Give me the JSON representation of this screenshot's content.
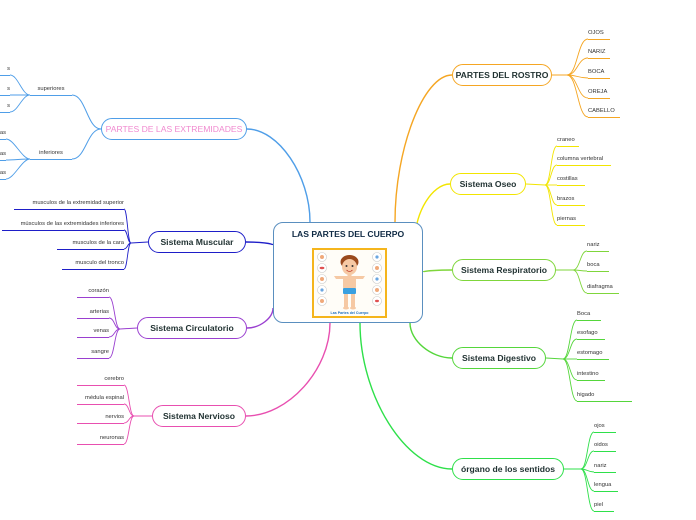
{
  "central": {
    "title": "LAS PARTES DEL CUERPO",
    "image_caption": "Las Partes del Cuerpo"
  },
  "branches": [
    {
      "key": "rostro",
      "label": "PARTES DEL ROSTRO",
      "color": "#f5a623",
      "leaf_color": "#f5a623",
      "leaves": [
        "OJOS",
        "NARIZ",
        "BOCA",
        "OREJA",
        "CABELLO"
      ]
    },
    {
      "key": "oseo",
      "label": "Sistema Oseo",
      "color": "#f2e500",
      "leaf_color": "#f2e500",
      "leaves": [
        "craneo",
        "columna vertebral",
        "costillas",
        "brazos",
        "piernas"
      ]
    },
    {
      "key": "respiratorio",
      "label": "Sistema Respiratorio",
      "color": "#7fd63b",
      "leaf_color": "#7fd63b",
      "leaves": [
        "nariz",
        "boca",
        "diafragma"
      ]
    },
    {
      "key": "digestivo",
      "label": "Sistema Digestivo",
      "color": "#55d63b",
      "leaf_color": "#55d63b",
      "leaves": [
        "Boca",
        "esofago",
        "estomago",
        "intestino",
        "higado"
      ]
    },
    {
      "key": "sentidos",
      "label": "órgano de los sentidos",
      "color": "#2ee04a",
      "leaf_color": "#2ee04a",
      "leaves": [
        "ojos",
        "oidos",
        "nariz",
        "lengua",
        "piel"
      ]
    },
    {
      "key": "extremidades",
      "label": "PARTES DE LAS EXTREMIDADES",
      "color": "#4f9ee8",
      "leaf_color": "#4f9ee8",
      "sub": [
        {
          "label": "superiores",
          "leaves": [
            "s",
            "s",
            "s"
          ]
        },
        {
          "label": "inferiores",
          "leaves": [
            "as",
            "as",
            "as"
          ]
        }
      ]
    },
    {
      "key": "muscular",
      "label": "Sistema Muscular",
      "color": "#1e1ec8",
      "leaf_color": "#1e1ec8",
      "leaves": [
        "musculos de la extremidad superior",
        "músculos de las extremidades inferiores",
        "musculos de la cara",
        "musculo del tronco"
      ]
    },
    {
      "key": "circulatorio",
      "label": "Sistema Circulatorio",
      "color": "#9a3fd0",
      "leaf_color": "#9a3fd0",
      "leaves": [
        "corazón",
        "arterias",
        "venas",
        "sangre"
      ]
    },
    {
      "key": "nervioso",
      "label": "Sistema Nervioso",
      "color": "#e84fb0",
      "leaf_color": "#e84fb0",
      "leaves": [
        "cerebro",
        "médula espinal",
        "nervios",
        "neuronas"
      ]
    }
  ]
}
